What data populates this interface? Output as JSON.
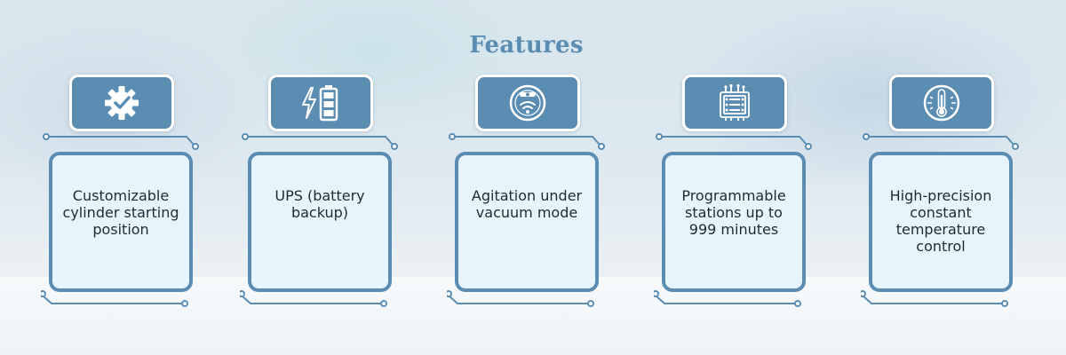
{
  "header": {
    "title": "Features"
  },
  "colors": {
    "accent": "#5b8db3",
    "card_fill": "#e8f4fc",
    "text": "#1f2a33"
  },
  "features": [
    {
      "icon": "gear-check-icon",
      "label": "Customizable cylinder starting position"
    },
    {
      "icon": "battery-icon",
      "label": "UPS (battery backup)"
    },
    {
      "icon": "robot-vacuum-icon",
      "label": "Agitation under vacuum mode"
    },
    {
      "icon": "control-board-icon",
      "label": "Programmable stations up to 999 minutes"
    },
    {
      "icon": "thermometer-icon",
      "label": "High-precision constant temperature control"
    }
  ]
}
